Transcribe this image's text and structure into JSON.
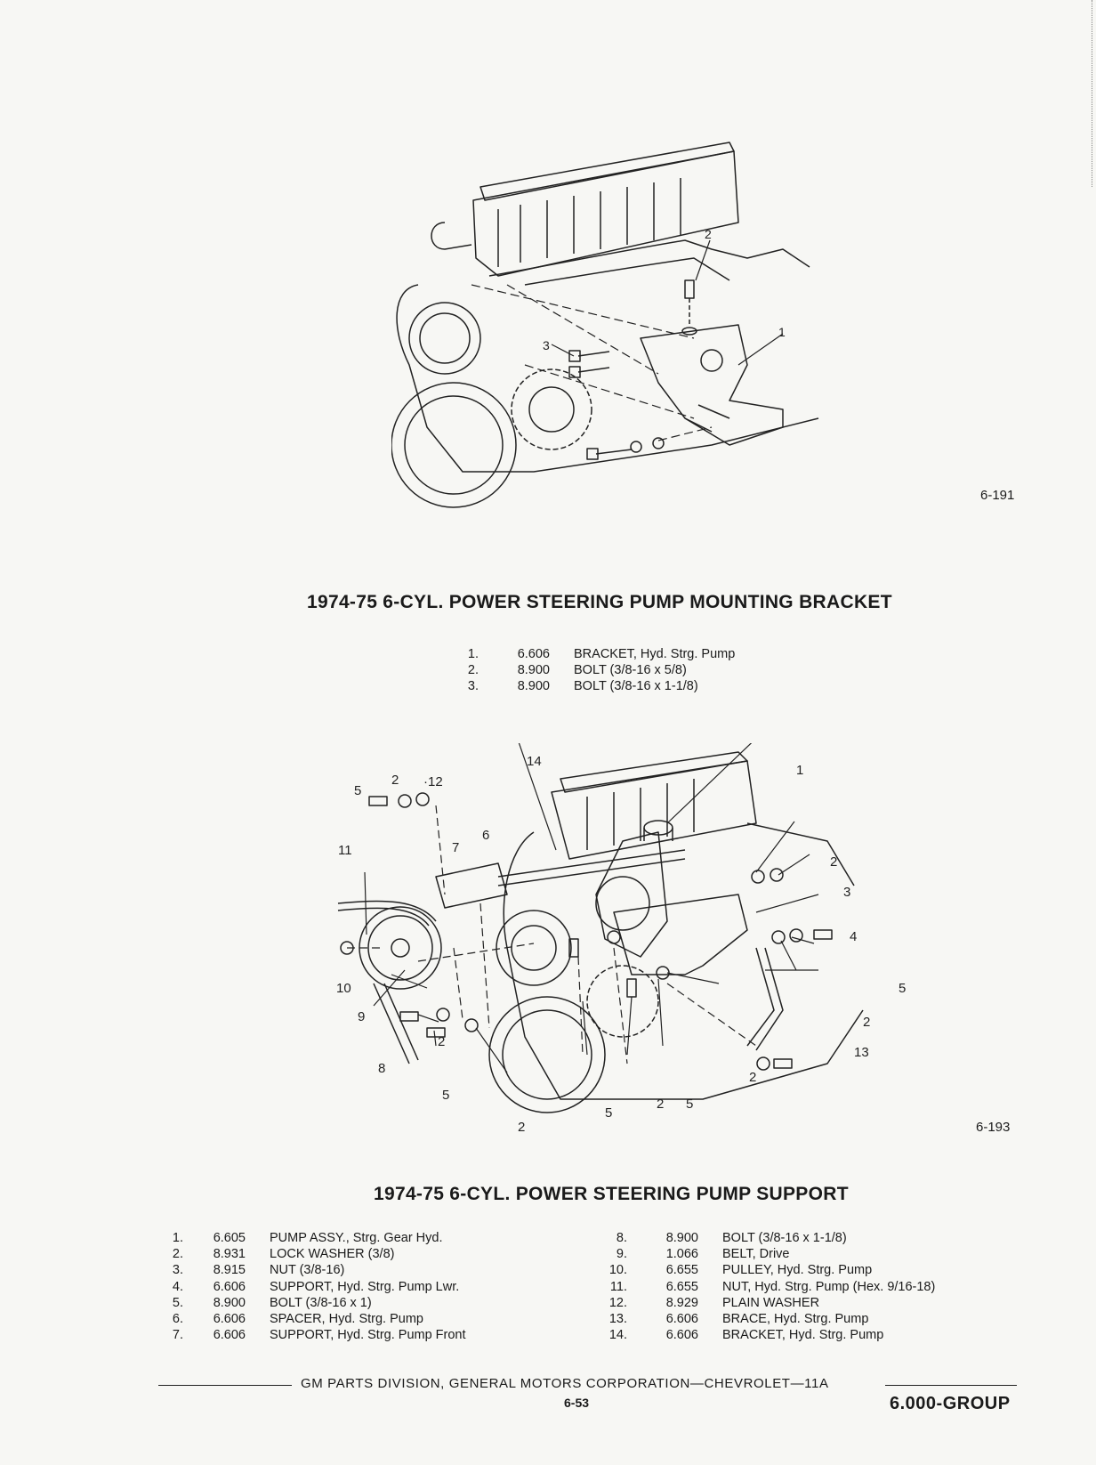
{
  "figure1": {
    "number": "6-191",
    "callouts": [
      "1",
      "2",
      "3"
    ]
  },
  "section1": {
    "title": "1974-75 6-CYL. POWER STEERING PUMP MOUNTING BRACKET",
    "parts": [
      {
        "n": "1.",
        "code": "6.606",
        "desc": "BRACKET, Hyd. Strg. Pump"
      },
      {
        "n": "2.",
        "code": "8.900",
        "desc": "BOLT (3/8-16 x 5/8)"
      },
      {
        "n": "3.",
        "code": "8.900",
        "desc": "BOLT (3/8-16 x 1-1/8)"
      }
    ]
  },
  "figure2": {
    "number": "6-193",
    "callouts": [
      "14",
      "1",
      "5",
      "2",
      "12",
      "7",
      "6",
      "2",
      "3",
      "4",
      "11",
      "10",
      "9",
      "5",
      "2",
      "2",
      "13",
      "8",
      "2",
      "5",
      "2",
      "5",
      "2",
      "5"
    ]
  },
  "section2": {
    "title": "1974-75 6-CYL. POWER STEERING PUMP SUPPORT",
    "parts_left": [
      {
        "n": "1.",
        "code": "6.605",
        "desc": "PUMP ASSY., Strg. Gear Hyd."
      },
      {
        "n": "2.",
        "code": "8.931",
        "desc": "LOCK WASHER (3/8)"
      },
      {
        "n": "3.",
        "code": "8.915",
        "desc": "NUT (3/8-16)"
      },
      {
        "n": "4.",
        "code": "6.606",
        "desc": "SUPPORT, Hyd. Strg. Pump Lwr."
      },
      {
        "n": "5.",
        "code": "8.900",
        "desc": "BOLT (3/8-16 x 1)"
      },
      {
        "n": "6.",
        "code": "6.606",
        "desc": "SPACER, Hyd. Strg. Pump"
      },
      {
        "n": "7.",
        "code": "6.606",
        "desc": "SUPPORT, Hyd. Strg. Pump Front"
      }
    ],
    "parts_right": [
      {
        "n": "8.",
        "code": "8.900",
        "desc": "BOLT (3/8-16 x 1-1/8)"
      },
      {
        "n": "9.",
        "code": "1.066",
        "desc": "BELT, Drive"
      },
      {
        "n": "10.",
        "code": "6.655",
        "desc": "PULLEY, Hyd. Strg. Pump"
      },
      {
        "n": "11.",
        "code": "6.655",
        "desc": "NUT, Hyd. Strg. Pump (Hex. 9/16-18)"
      },
      {
        "n": "12.",
        "code": "8.929",
        "desc": "PLAIN WASHER"
      },
      {
        "n": "13.",
        "code": "6.606",
        "desc": "BRACE, Hyd. Strg. Pump"
      },
      {
        "n": "14.",
        "code": "6.606",
        "desc": "BRACKET, Hyd. Strg. Pump"
      }
    ]
  },
  "footer": {
    "text": "GM PARTS DIVISION, GENERAL MOTORS CORPORATION—CHEVROLET—11A",
    "page": "6-53",
    "group": "6.000-GROUP"
  }
}
